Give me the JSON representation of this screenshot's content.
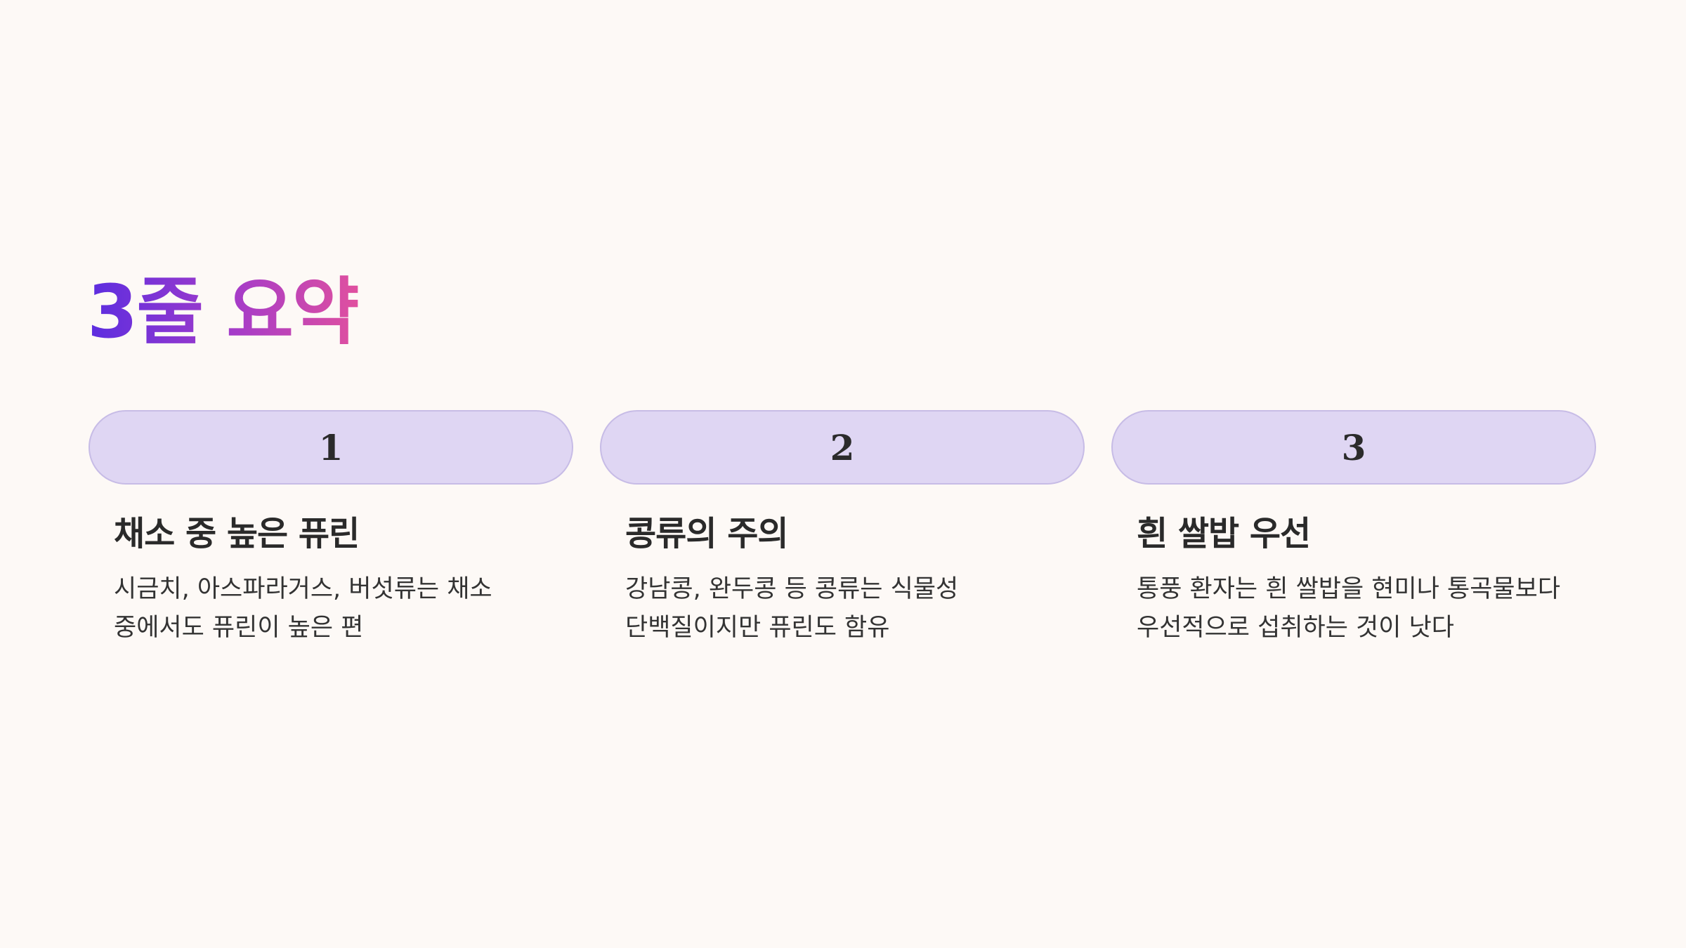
{
  "title": "3줄 요약",
  "cards": [
    {
      "number": "1",
      "heading": "채소 중 높은 퓨린",
      "body": "시금치, 아스파라거스, 버섯류는 채소 중에서도 퓨린이 높은 편"
    },
    {
      "number": "2",
      "heading": "콩류의 주의",
      "body": "강남콩, 완두콩 등 콩류는 식물성 단백질이지만 퓨린도 함유"
    },
    {
      "number": "3",
      "heading": "흰 쌀밥 우선",
      "body": "통풍 환자는 흰 쌀밥을 현미나 통곡물보다 우선적으로 섭취하는 것이 낫다"
    }
  ],
  "colors": {
    "background": "#fdf9f6",
    "title_gradient_start": "#5b2de0",
    "title_gradient_end": "#e0509f",
    "pill_fill": "#dfd6f3",
    "pill_border": "#c7bce6",
    "text": "#2b2b2b"
  }
}
